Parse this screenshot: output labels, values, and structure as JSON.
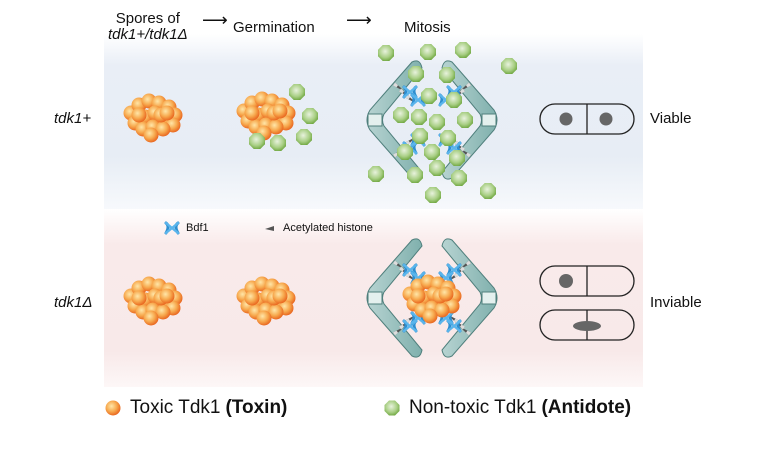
{
  "header": {
    "spores_line1": "Spores of",
    "spores_line2": "tdk1+/tdk1Δ",
    "arrow": "⟶",
    "germination": "Germination",
    "mitosis": "Mitosis"
  },
  "rows": [
    {
      "genotype": "tdk1+",
      "outcome": "Viable"
    },
    {
      "genotype": "tdk1Δ",
      "outcome": "Inviable"
    }
  ],
  "mini_legend": {
    "bdf1": "Bdf1",
    "histone": "Acetylated histone"
  },
  "legend": {
    "toxin_label": "Toxic Tdk1",
    "toxin_bold": "(Toxin)",
    "antidote_label": "Non-toxic Tdk1",
    "antidote_bold": "(Antidote)"
  },
  "colors": {
    "toxin": "#f0883a",
    "antidote": "#7bb342",
    "bdf1": "#3b9fdc",
    "spindle": "#8fbcb9",
    "top_band": "#e7edf5",
    "bottom_band": "#f8e9e9"
  }
}
